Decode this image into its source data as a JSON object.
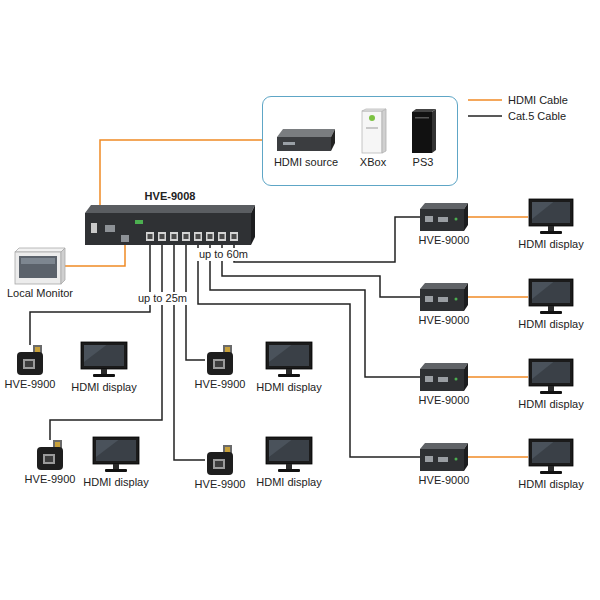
{
  "diagram": {
    "nodes": [
      {
        "text": []
      },
      {
        "text": [
          "HDMI source"
        ],
        "in": 0
      },
      {
        "text": [
          "XBox"
        ],
        "in": 0
      },
      {
        "text": [
          "PS3"
        ],
        "in": 0
      },
      {
        "text": [
          "HVE-9008"
        ]
      },
      {
        "text": [
          "Local Monitor"
        ]
      },
      {
        "text": [
          "HVE-9000"
        ]
      },
      {
        "text": [
          "HDMI display"
        ]
      },
      {
        "text": [
          "HVE-9000"
        ]
      },
      {
        "text": [
          "HDMI display"
        ]
      },
      {
        "text": [
          "HVE-9000"
        ]
      },
      {
        "text": [
          "HDMI display"
        ]
      },
      {
        "text": [
          "HVE-9000"
        ]
      },
      {
        "text": [
          "HDMI display"
        ]
      },
      {
        "text": [
          "HVE-9900"
        ]
      },
      {
        "text": [
          "HDMI display"
        ]
      },
      {
        "text": [
          "HVE-9900"
        ]
      },
      {
        "text": [
          "HDMI display"
        ]
      },
      {
        "text": [
          "HVE-9900"
        ]
      },
      {
        "text": [
          "HDMI display"
        ]
      },
      {
        "text": [
          "HVE-9900"
        ]
      },
      {
        "text": [
          "HDMI display"
        ]
      }
    ],
    "edges": [
      {
        "from": 0,
        "to": 4,
        "arrow": "none"
      },
      {
        "from": 4,
        "to": 5,
        "arrow": "none"
      },
      {
        "from": 4,
        "to": 6,
        "arrow": "none"
      },
      {
        "from": 4,
        "to": 8,
        "arrow": "none"
      },
      {
        "from": 4,
        "to": 10,
        "arrow": "none"
      },
      {
        "from": 4,
        "to": 12,
        "arrow": "none"
      },
      {
        "from": 6,
        "to": 7,
        "arrow": "none"
      },
      {
        "from": 8,
        "to": 9,
        "arrow": "none"
      },
      {
        "from": 10,
        "to": 11,
        "arrow": "none"
      },
      {
        "from": 12,
        "to": 13,
        "arrow": "none"
      },
      {
        "from": 4,
        "to": 14,
        "arrow": "none"
      },
      {
        "from": 4,
        "to": 16,
        "arrow": "none"
      },
      {
        "from": 4,
        "to": 18,
        "arrow": "none"
      },
      {
        "from": 4,
        "to": 20,
        "arrow": "none"
      }
    ],
    "labels": [
      "up to 60m",
      "up to 25m"
    ],
    "legend": [
      {
        "text": "HDMI Cable"
      },
      {
        "text": "Cat.5 Cable"
      }
    ]
  }
}
